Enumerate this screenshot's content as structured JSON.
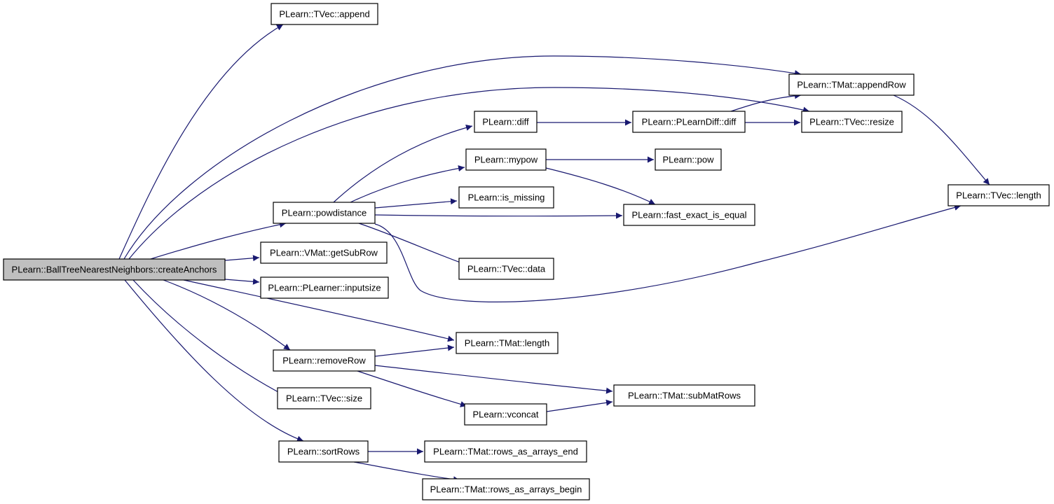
{
  "graph": {
    "edge_color": "#191970",
    "root_fill": "#bfbfbf",
    "nodes": [
      {
        "id": "root",
        "label": "PLearn::BallTreeNearestNeighbors::createAnchors"
      },
      {
        "id": "tvec_append",
        "label": "PLearn::TVec::append"
      },
      {
        "id": "tmat_appendRow",
        "label": "PLearn::TMat::appendRow"
      },
      {
        "id": "tvec_resize",
        "label": "PLearn::TVec::resize"
      },
      {
        "id": "diff",
        "label": "PLearn::diff"
      },
      {
        "id": "plearndiff_diff",
        "label": "PLearn::PLearnDiff::diff"
      },
      {
        "id": "mypow",
        "label": "PLearn::mypow"
      },
      {
        "id": "pow",
        "label": "PLearn::pow"
      },
      {
        "id": "tvec_length",
        "label": "PLearn::TVec::length"
      },
      {
        "id": "is_missing",
        "label": "PLearn::is_missing"
      },
      {
        "id": "powdistance",
        "label": "PLearn::powdistance"
      },
      {
        "id": "fast_exact_is_equal",
        "label": "PLearn::fast_exact_is_equal"
      },
      {
        "id": "getSubRow",
        "label": "PLearn::VMat::getSubRow"
      },
      {
        "id": "tvec_data",
        "label": "PLearn::TVec::data"
      },
      {
        "id": "inputsize",
        "label": "PLearn::PLearner::inputsize"
      },
      {
        "id": "tmat_length",
        "label": "PLearn::TMat::length"
      },
      {
        "id": "removeRow",
        "label": "PLearn::removeRow"
      },
      {
        "id": "subMatRows",
        "label": "PLearn::TMat::subMatRows"
      },
      {
        "id": "tvec_size",
        "label": "PLearn::TVec::size"
      },
      {
        "id": "vconcat",
        "label": "PLearn::vconcat"
      },
      {
        "id": "sortRows",
        "label": "PLearn::sortRows"
      },
      {
        "id": "rows_end",
        "label": "PLearn::TMat::rows_as_arrays_end"
      },
      {
        "id": "rows_begin",
        "label": "PLearn::TMat::rows_as_arrays_begin"
      }
    ],
    "edges": [
      {
        "from": "root",
        "to": "tvec_append"
      },
      {
        "from": "root",
        "to": "tmat_appendRow"
      },
      {
        "from": "root",
        "to": "tvec_resize"
      },
      {
        "from": "root",
        "to": "powdistance"
      },
      {
        "from": "root",
        "to": "getSubRow"
      },
      {
        "from": "root",
        "to": "inputsize"
      },
      {
        "from": "root",
        "to": "tmat_length"
      },
      {
        "from": "root",
        "to": "removeRow"
      },
      {
        "from": "root",
        "to": "tvec_size"
      },
      {
        "from": "root",
        "to": "sortRows"
      },
      {
        "from": "powdistance",
        "to": "diff"
      },
      {
        "from": "powdistance",
        "to": "mypow"
      },
      {
        "from": "powdistance",
        "to": "is_missing"
      },
      {
        "from": "powdistance",
        "to": "fast_exact_is_equal"
      },
      {
        "from": "powdistance",
        "to": "tvec_data"
      },
      {
        "from": "powdistance",
        "to": "tvec_length"
      },
      {
        "from": "diff",
        "to": "plearndiff_diff"
      },
      {
        "from": "plearndiff_diff",
        "to": "tmat_appendRow"
      },
      {
        "from": "plearndiff_diff",
        "to": "tvec_resize"
      },
      {
        "from": "mypow",
        "to": "pow"
      },
      {
        "from": "mypow",
        "to": "fast_exact_is_equal"
      },
      {
        "from": "tmat_appendRow",
        "to": "tvec_length"
      },
      {
        "from": "removeRow",
        "to": "tmat_length"
      },
      {
        "from": "removeRow",
        "to": "subMatRows"
      },
      {
        "from": "removeRow",
        "to": "vconcat"
      },
      {
        "from": "vconcat",
        "to": "subMatRows"
      },
      {
        "from": "sortRows",
        "to": "rows_end"
      },
      {
        "from": "sortRows",
        "to": "rows_begin"
      }
    ]
  }
}
